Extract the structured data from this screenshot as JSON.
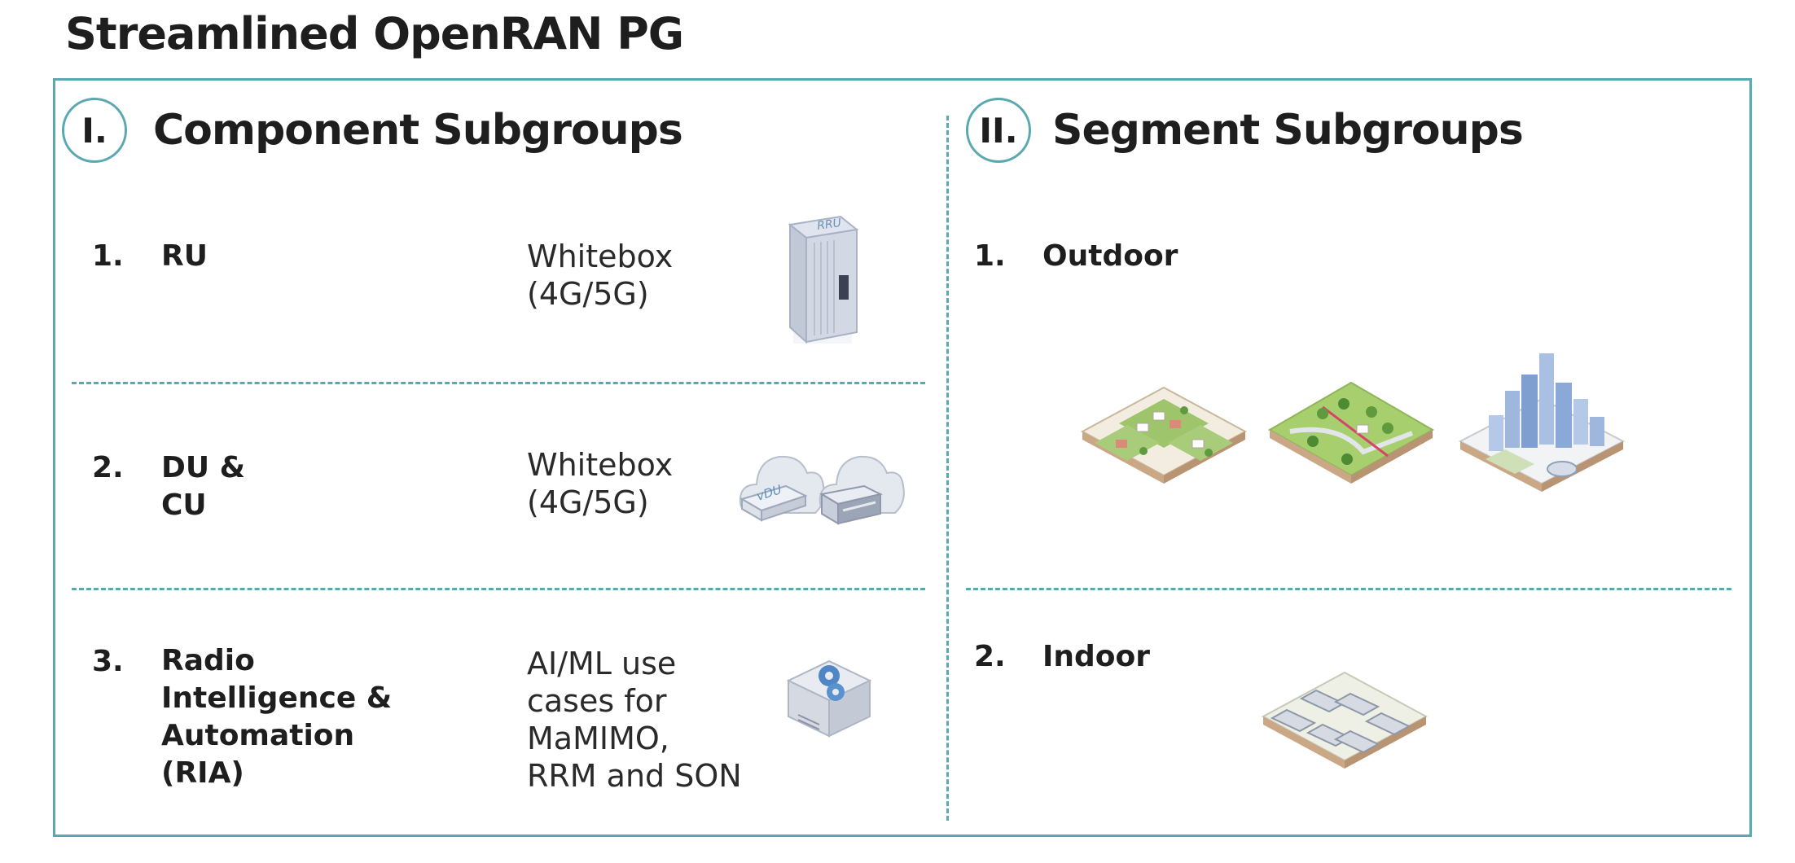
{
  "title": "Streamlined OpenRAN PG",
  "component_subgroups": {
    "roman": "I.",
    "title": "Component Subgroups",
    "items": [
      {
        "number": "1.",
        "name": "RU",
        "description": "Whitebox\n(4G/5G)",
        "icon": "rru-radio-unit-icon",
        "icon_text": "RRU"
      },
      {
        "number": "2.",
        "name": "DU &\nCU",
        "description": "Whitebox\n(4G/5G)",
        "icon": "cloud-server-icons",
        "icon_text": "vDU"
      },
      {
        "number": "3.",
        "name": "Radio\nIntelligence &\nAutomation\n(RIA)",
        "description": "AI/ML use\ncases for\nMaMIMO,\nRRM and SON",
        "icon": "gear-server-icon"
      }
    ]
  },
  "segment_subgroups": {
    "roman": "II.",
    "title": "Segment Subgroups",
    "items": [
      {
        "number": "1.",
        "name": "Outdoor",
        "icons": [
          "suburban-block-icon",
          "rural-park-icon",
          "urban-city-icon"
        ]
      },
      {
        "number": "2.",
        "name": "Indoor",
        "icons": [
          "industrial-buildings-icon"
        ]
      }
    ]
  },
  "colors": {
    "accent": "#5aa8b0",
    "text": "#1e1e1e"
  }
}
